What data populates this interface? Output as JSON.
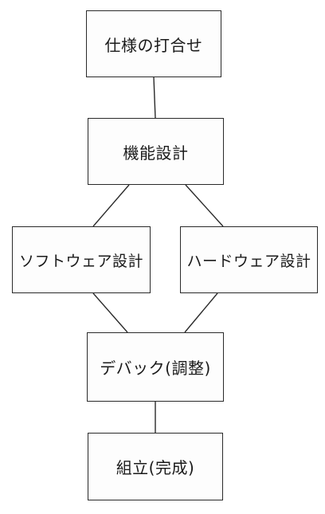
{
  "diagram": {
    "nodes": {
      "spec": "仕様の打合せ",
      "func": "機能設計",
      "soft": "ソフトウェア設計",
      "hard": "ハードウェア設計",
      "debug": "デバック(調整)",
      "assembly": "組立(完成)"
    },
    "edges": [
      [
        "spec",
        "func"
      ],
      [
        "func",
        "soft"
      ],
      [
        "func",
        "hard"
      ],
      [
        "soft",
        "debug"
      ],
      [
        "hard",
        "debug"
      ],
      [
        "debug",
        "assembly"
      ]
    ]
  },
  "colors": {
    "line": "#2a2a2a",
    "box_fill": "#fdfdfd",
    "text": "#1a1a1a"
  }
}
